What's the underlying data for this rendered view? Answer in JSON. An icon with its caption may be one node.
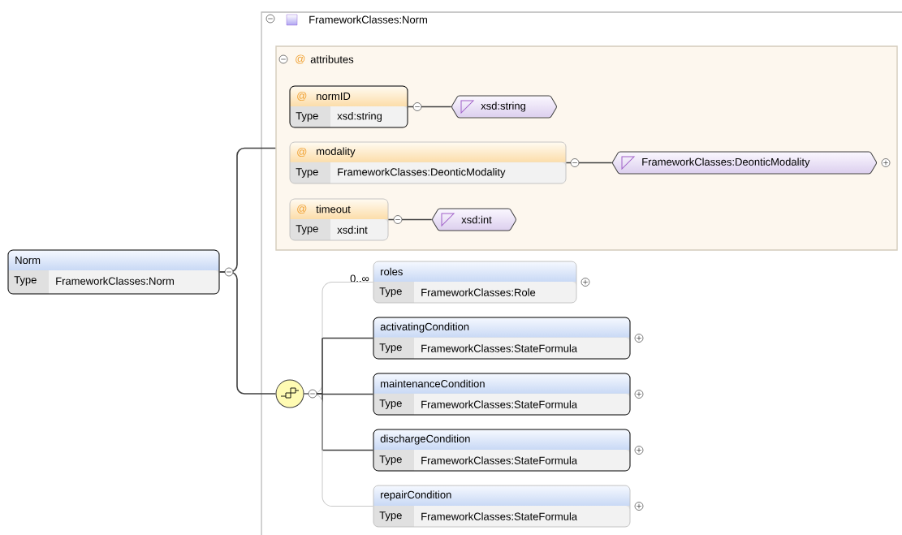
{
  "diagram": {
    "nodes": [
      {
        "text": [
          "Norm",
          "Type",
          "FrameworkClasses:Norm"
        ]
      },
      {
        "text": [
          "FrameworkClasses:Norm"
        ]
      },
      {
        "text": [
          "@",
          "attributes"
        ],
        "in": 1
      },
      {
        "text": [
          "@",
          "normID",
          "Type",
          "xsd:string"
        ],
        "in": 2
      },
      {
        "text": [
          "xsd:string"
        ],
        "in": 2
      },
      {
        "text": [
          "@",
          "modality",
          "Type",
          "FrameworkClasses:DeonticModality"
        ],
        "in": 2
      },
      {
        "text": [
          "FrameworkClasses:DeonticModality"
        ],
        "in": 2
      },
      {
        "text": [
          "@",
          "timeout",
          "Type",
          "xsd:int"
        ],
        "in": 2
      },
      {
        "text": [
          "xsd:int"
        ],
        "in": 2
      },
      {
        "text": [],
        "shape": "circle",
        "in": 1
      },
      {
        "text": [
          "roles",
          "Type",
          "FrameworkClasses:Role"
        ],
        "beside": [
          "0..∞"
        ],
        "in": 1
      },
      {
        "text": [
          "activatingCondition",
          "Type",
          "FrameworkClasses:StateFormula"
        ],
        "in": 1
      },
      {
        "text": [
          "maintenanceCondition",
          "Type",
          "FrameworkClasses:StateFormula"
        ],
        "in": 1
      },
      {
        "text": [
          "dischargeCondition",
          "Type",
          "FrameworkClasses:StateFormula"
        ],
        "in": 1
      },
      {
        "text": [
          "repairCondition",
          "Type",
          "FrameworkClasses:StateFormula"
        ],
        "in": 1
      }
    ],
    "edges": [
      {
        "from": 0,
        "to": 2,
        "arrow": "none"
      },
      {
        "from": 0,
        "to": 9,
        "arrow": "none"
      },
      {
        "from": 3,
        "to": 4,
        "arrow": "none"
      },
      {
        "from": 5,
        "to": 6,
        "arrow": "none"
      },
      {
        "from": 7,
        "to": 8,
        "arrow": "none"
      },
      {
        "from": 9,
        "to": 10,
        "arrow": "none",
        "color": "#c8c8c8"
      },
      {
        "from": 9,
        "to": 11,
        "arrow": "none"
      },
      {
        "from": 9,
        "to": 12,
        "arrow": "none"
      },
      {
        "from": 9,
        "to": 13,
        "arrow": "none"
      },
      {
        "from": 9,
        "to": 14,
        "arrow": "none",
        "color": "#c8c8c8"
      }
    ]
  }
}
